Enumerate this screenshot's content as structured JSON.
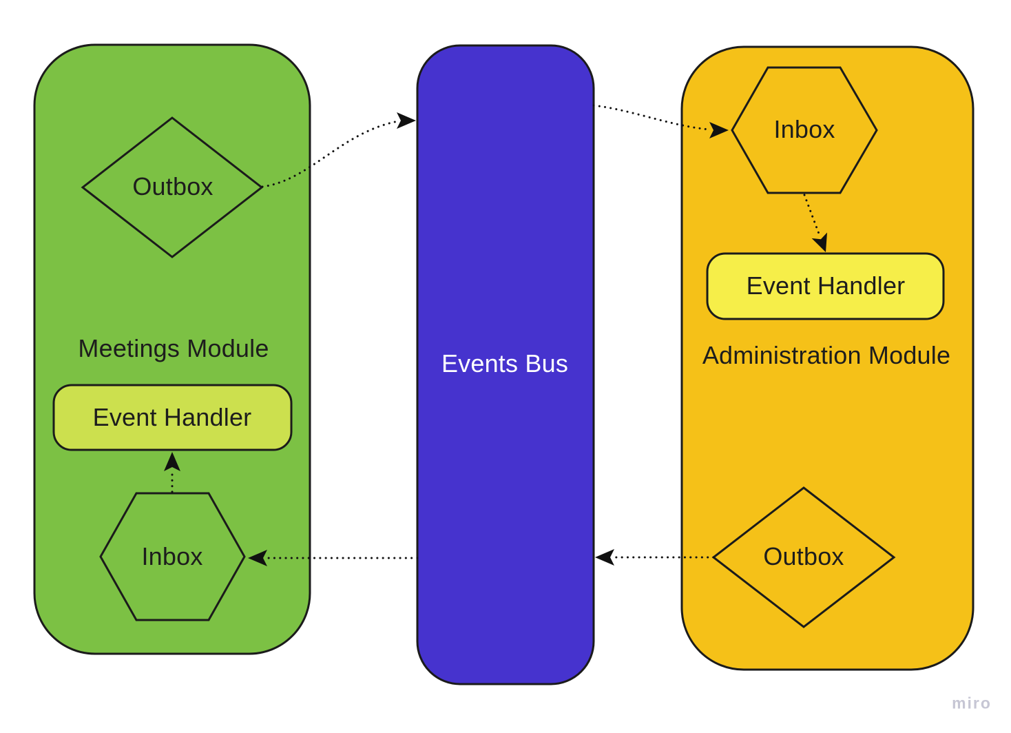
{
  "meetings_module": {
    "title": "Meetings Module",
    "outbox_label": "Outbox",
    "event_handler_label": "Event Handler",
    "inbox_label": "Inbox"
  },
  "events_bus": {
    "title": "Events Bus"
  },
  "administration_module": {
    "title": "Administration Module",
    "inbox_label": "Inbox",
    "event_handler_label": "Event Handler",
    "outbox_label": "Outbox"
  },
  "connections": [
    {
      "from": "meetings-outbox",
      "to": "events-bus",
      "style": "dotted-arrow"
    },
    {
      "from": "events-bus",
      "to": "administration-inbox",
      "style": "dotted-arrow"
    },
    {
      "from": "administration-inbox",
      "to": "administration-event-handler",
      "style": "dotted-arrow"
    },
    {
      "from": "administration-outbox",
      "to": "events-bus",
      "style": "dotted-arrow"
    },
    {
      "from": "events-bus",
      "to": "meetings-inbox",
      "style": "dotted-arrow"
    },
    {
      "from": "meetings-inbox",
      "to": "meetings-event-handler",
      "style": "dotted-arrow"
    }
  ],
  "colors": {
    "background": "#ffffff",
    "meetings_fill": "#7cc144",
    "bus_fill": "#4633ce",
    "admin_fill": "#f5c118",
    "handler_lime_fill": "#cce04e",
    "handler_yellow_fill": "#f6ee49",
    "outline": "#1b1b1b",
    "bus_text": "#ffffff",
    "label_text": "#1d1d1d",
    "watermark_color": "#c6c6d4"
  },
  "watermark": "miro"
}
